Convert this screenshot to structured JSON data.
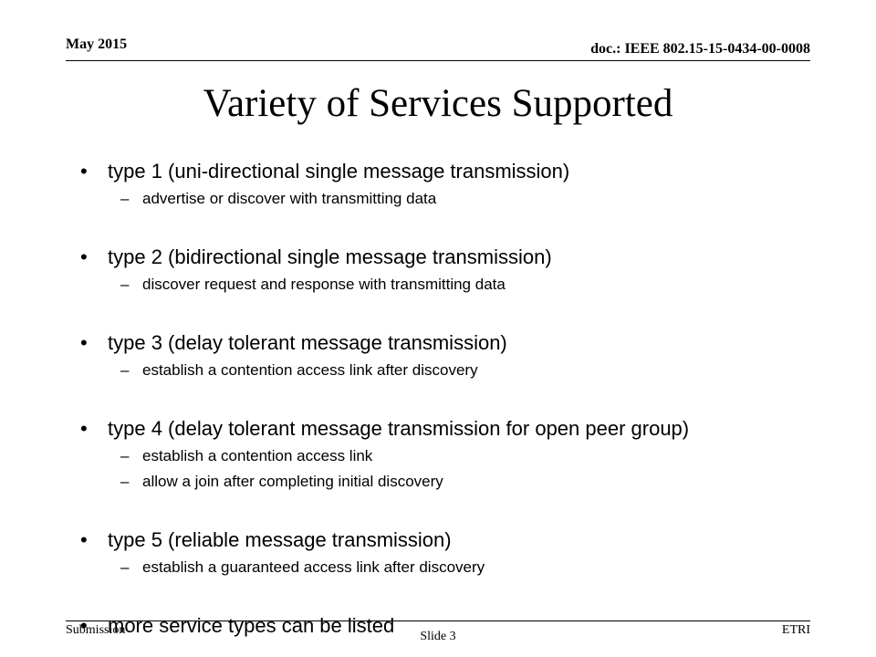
{
  "header": {
    "date": "May 2015",
    "doc_id": "doc.: IEEE 802.15-15-0434-00-0008"
  },
  "title": "Variety of Services Supported",
  "items": [
    {
      "text": "type 1 (uni-directional single message transmission)",
      "sub": [
        "advertise or discover with transmitting data"
      ]
    },
    {
      "text": "type 2 (bidirectional single message transmission)",
      "sub": [
        "discover request and response with transmitting data"
      ]
    },
    {
      "text": "type 3 (delay tolerant message transmission)",
      "sub": [
        "establish a contention access link after discovery"
      ]
    },
    {
      "text": "type 4 (delay tolerant message transmission for open peer group)",
      "sub": [
        "establish a contention access link",
        "allow a join after completing initial discovery"
      ]
    },
    {
      "text": "type 5 (reliable message transmission)",
      "sub": [
        "establish a guaranteed access link after discovery"
      ]
    },
    {
      "text": "more service types can be listed",
      "sub": []
    }
  ],
  "footer": {
    "left": "Submission",
    "center": "Slide 3",
    "right": "ETRI"
  }
}
